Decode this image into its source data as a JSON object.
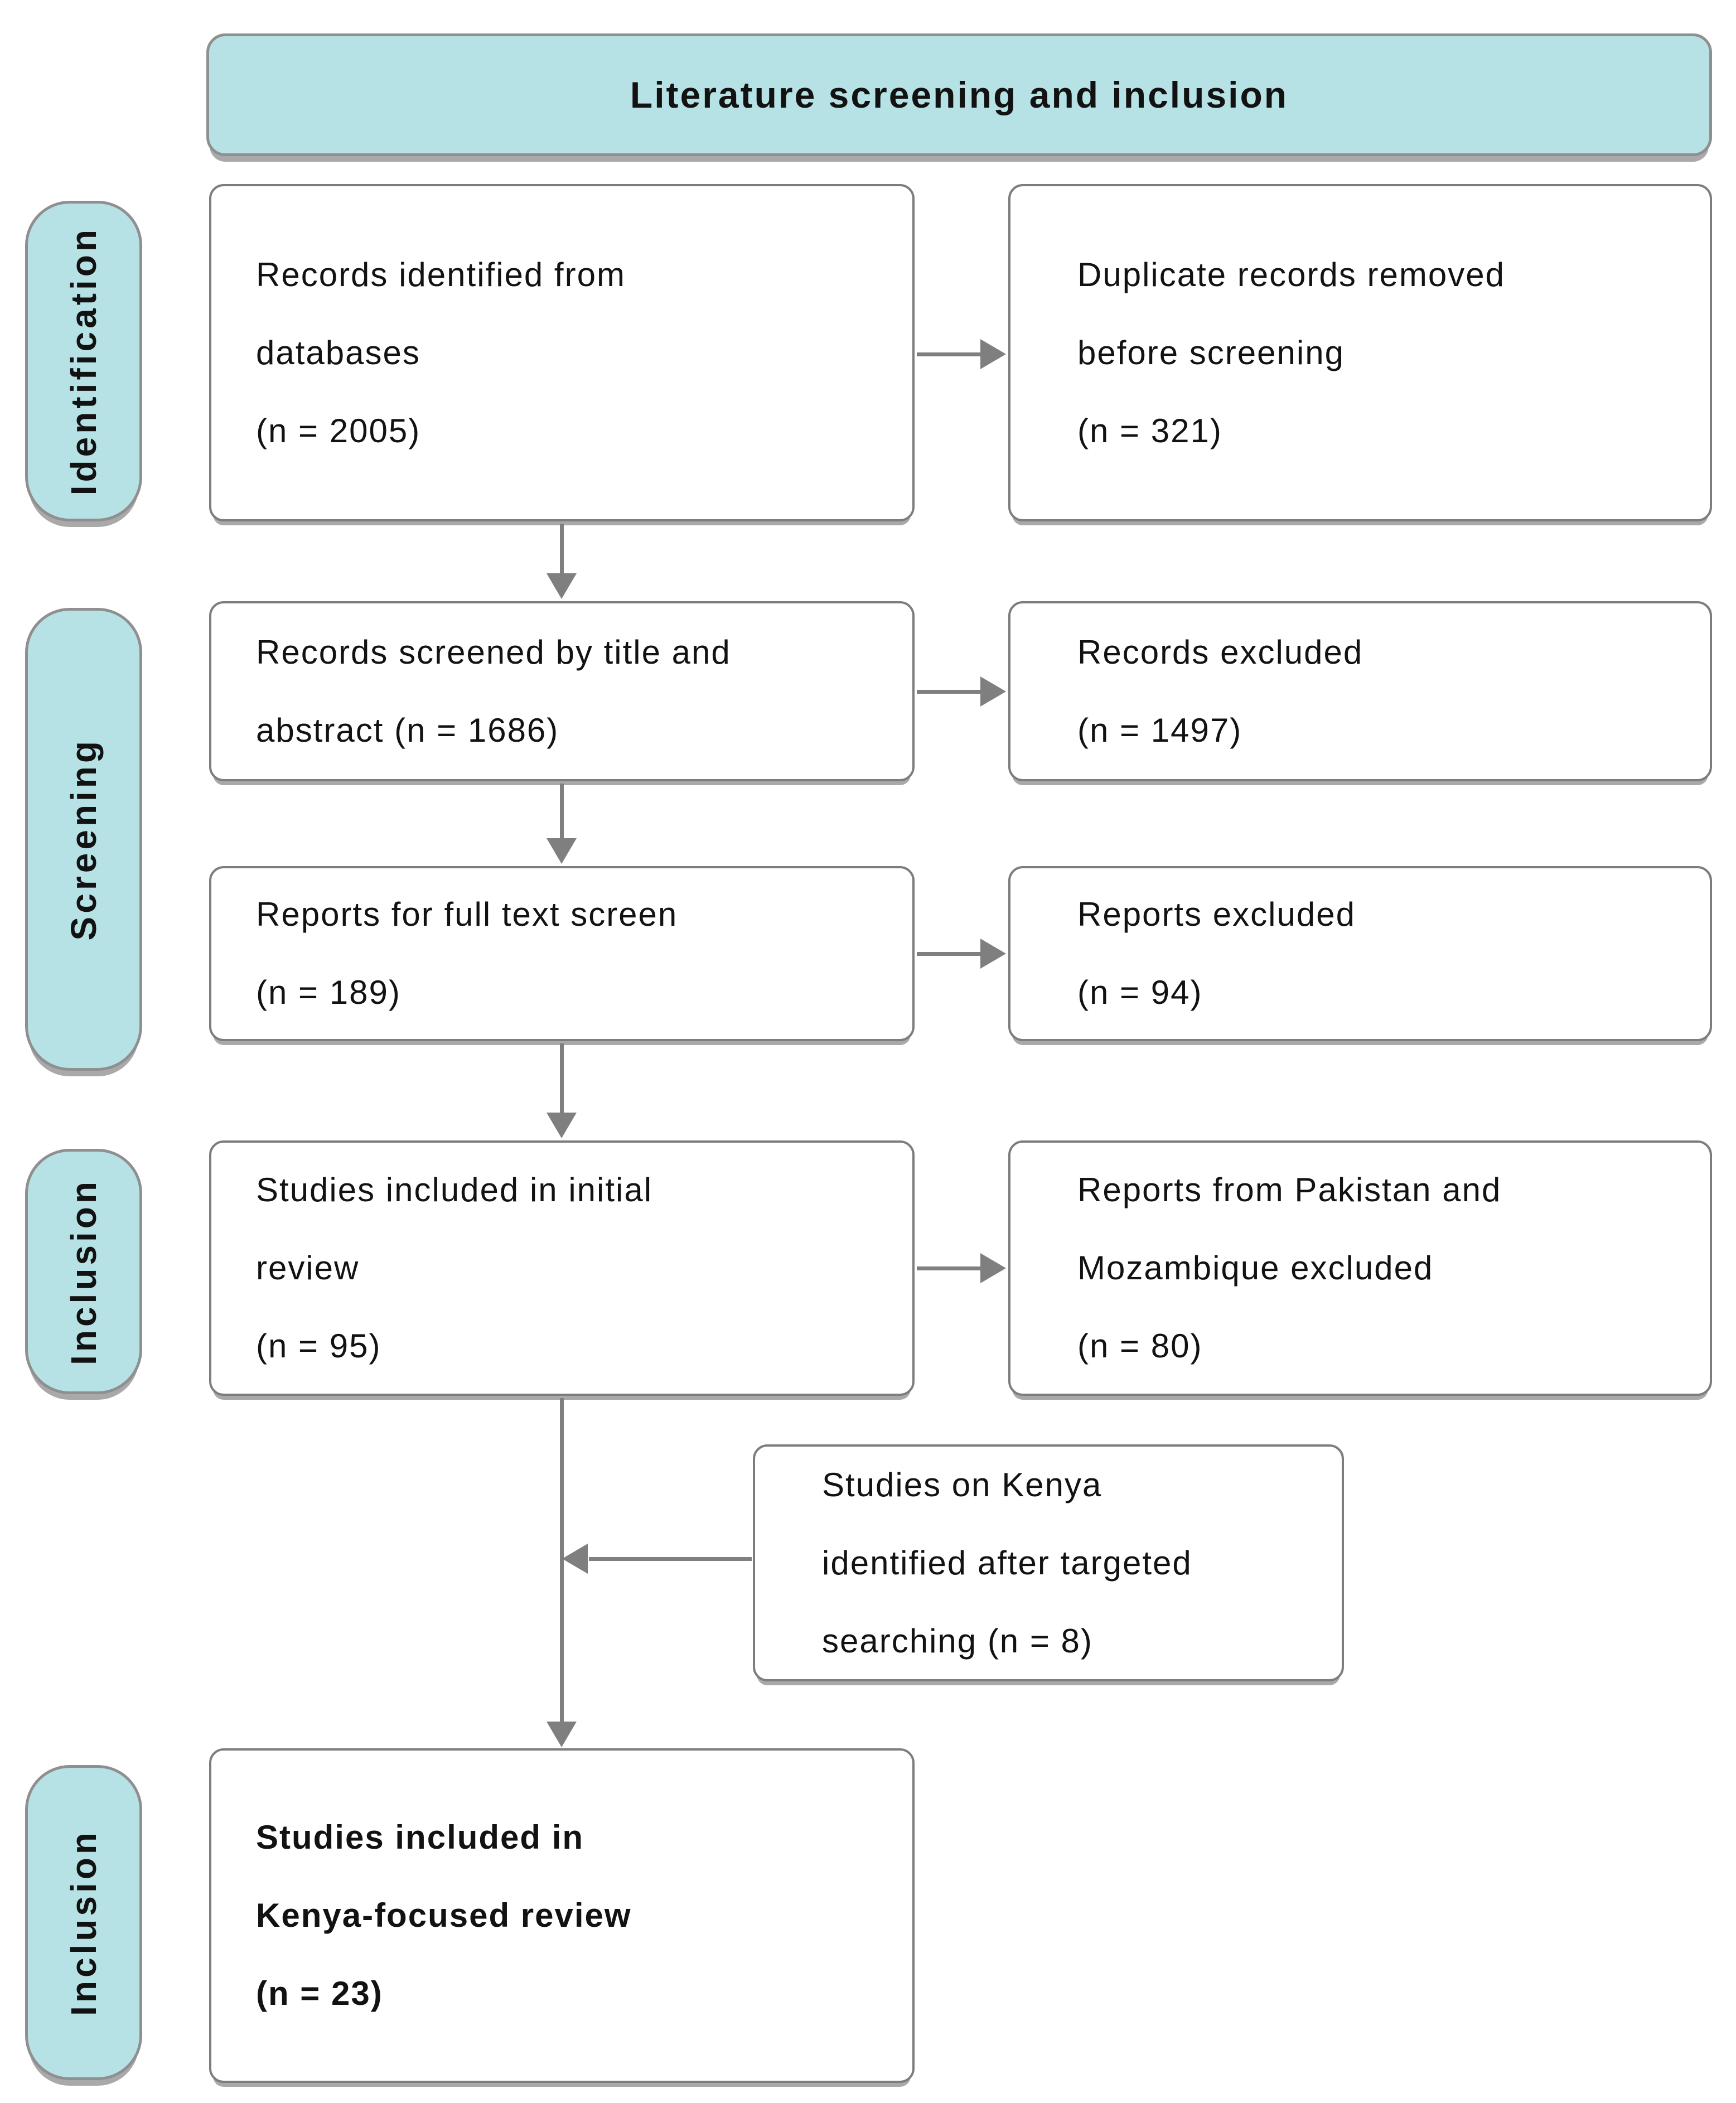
{
  "title": "Literature screening and inclusion",
  "sidebar": {
    "labels": [
      {
        "label": "Identification"
      },
      {
        "label": "Screening"
      },
      {
        "label": "Inclusion"
      },
      {
        "label": "Inclusion"
      }
    ]
  },
  "boxes": {
    "records_identified": {
      "lines": [
        "Records identified from",
        "databases",
        "(n = 2005)"
      ]
    },
    "duplicates_removed": {
      "lines": [
        "Duplicate records removed",
        "before screening",
        "(n = 321)"
      ]
    },
    "records_screened": {
      "lines": [
        "Records screened by title and",
        "abstract (n = 1686)"
      ]
    },
    "records_excluded": {
      "lines": [
        "Records excluded",
        "(n = 1497)"
      ]
    },
    "reports_full_text": {
      "lines": [
        "Reports for full text screen",
        "(n = 189)"
      ]
    },
    "reports_excluded": {
      "lines": [
        "Reports excluded",
        "(n = 94)"
      ]
    },
    "studies_initial": {
      "lines": [
        "Studies included in initial",
        "review",
        "(n = 95)"
      ]
    },
    "pakistan_mozambique": {
      "lines": [
        "Reports from Pakistan and",
        "Mozambique excluded",
        "(n = 80)"
      ]
    },
    "kenya_targeted": {
      "lines": [
        "Studies on Kenya",
        "identified after targeted",
        "searching (n = 8)"
      ]
    },
    "kenya_review": {
      "lines": [
        "Studies included in",
        "Kenya-focused review",
        "(n = 23)"
      ]
    }
  },
  "colors": {
    "teal": "#b6e2e5",
    "border_gray": "#7d7d7d",
    "teal_border": "#8f8f8f",
    "arrow_gray": "#7f7f7f",
    "shadow_gray": "#a9a9a9",
    "text": "#121212"
  }
}
